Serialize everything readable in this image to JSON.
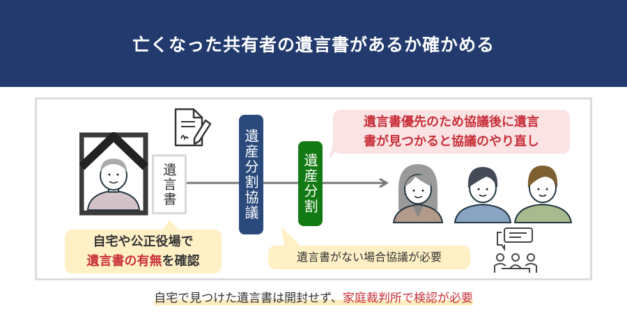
{
  "title": "亡くなった共有者の遺言書があるか確かめる",
  "will_label": "遺言書",
  "pill_negotiation": "遺産分割協議",
  "pill_division": "遺産分割",
  "bubble_pink": {
    "line1": "遺言書優先のため協議後に遺言",
    "line2": "書が見つかると協議のやり直し"
  },
  "bubble_check": {
    "line1": "自宅や公正役場で",
    "line2_red": "遺言書の有無",
    "line2_rest": "を確認"
  },
  "bubble_no_will": "遺言書がない場合協議が必要",
  "caption": {
    "normal": "自宅で見つけた遺言書は開封せず、",
    "red": "家庭裁判所で検認が必要"
  },
  "colors": {
    "header": "#223a6e",
    "navy": "#2a4a7c",
    "green": "#137a13",
    "red": "#c8303a",
    "yellow": "#fff0c6",
    "pink": "#fbe3e4"
  }
}
